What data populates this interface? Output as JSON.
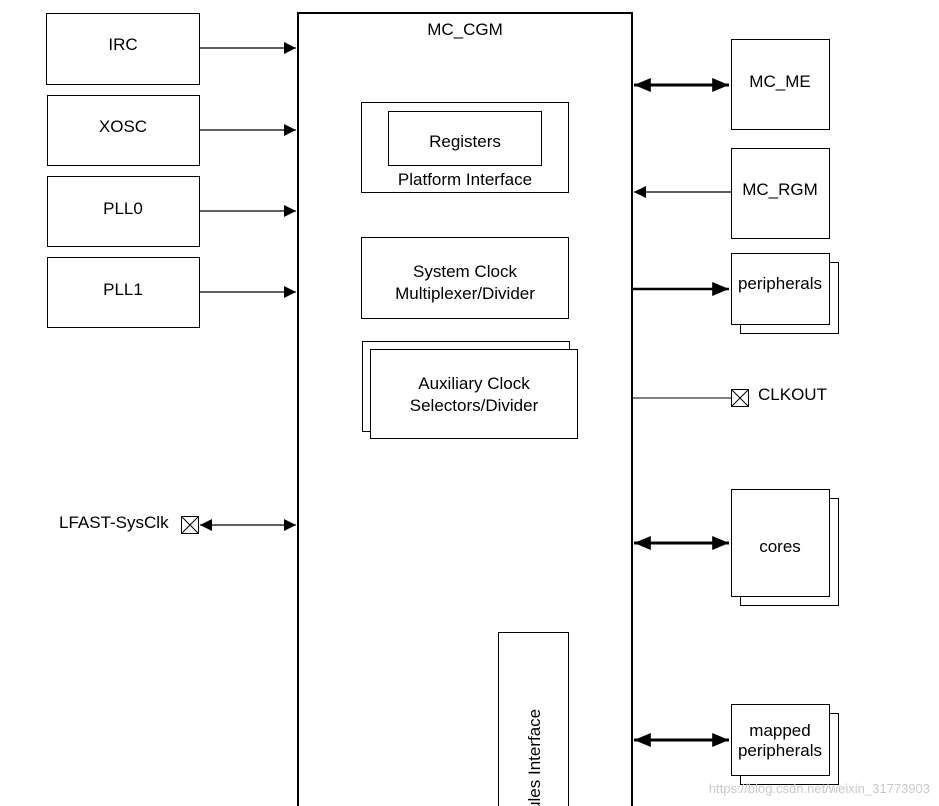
{
  "main_block": {
    "title": "MC_CGM"
  },
  "sources": [
    {
      "label": "IRC"
    },
    {
      "label": "XOSC"
    },
    {
      "label": "PLL0"
    },
    {
      "label": "PLL1"
    }
  ],
  "inner": {
    "registers": "Registers",
    "platform_interface": "Platform Interface",
    "system_clock": {
      "line1": "System Clock",
      "line2": "Multiplexer/Divider"
    },
    "aux_clock": {
      "line1": "Auxiliary Clock",
      "line2": "Selectors/Divider"
    },
    "modules_interface": "Modules Interface"
  },
  "right": {
    "mc_me": "MC_ME",
    "mc_rgm": "MC_RGM",
    "peripherals": "peripherals",
    "clkout": "CLKOUT",
    "cores": "cores",
    "mapped_line1": "mapped",
    "mapped_line2": "peripherals"
  },
  "pins": {
    "lfast": "LFAST-SysClk"
  },
  "watermark": "https://blog.csdn.net/weixin_31773903"
}
